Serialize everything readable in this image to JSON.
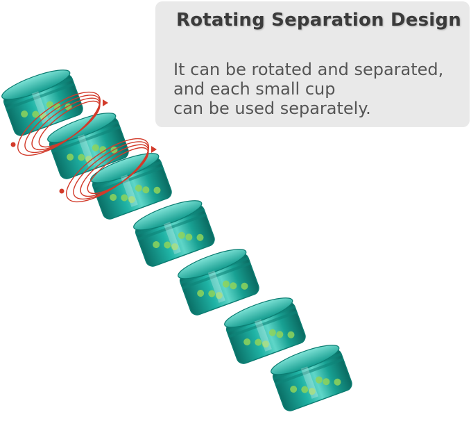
{
  "info": {
    "title": "Rotating Separation Design",
    "lines": [
      "It can be rotated and separated,",
      "and each small cup",
      "can be used separately."
    ]
  },
  "product": {
    "cup_color": "#1aa89c",
    "cup_dark": "#0c7d72",
    "ring_color": "#d23a2a",
    "pill_color": "#8fd35b",
    "cup_count": 7
  }
}
